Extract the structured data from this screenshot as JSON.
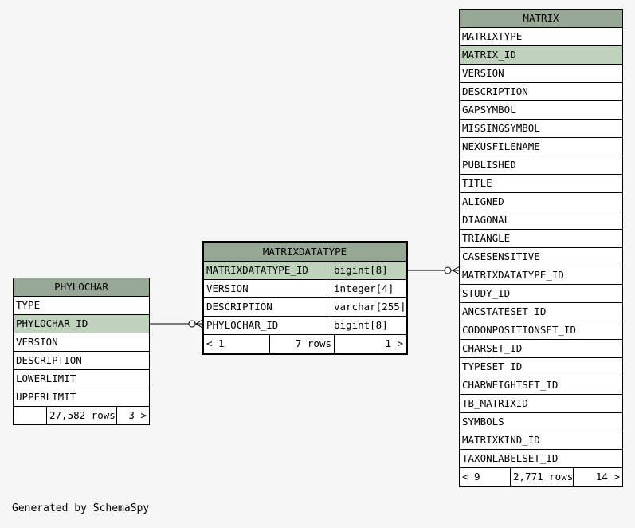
{
  "phylochar": {
    "title": "PHYLOCHAR",
    "rows": [
      "TYPE",
      "PHYLOCHAR_ID",
      "VERSION",
      "DESCRIPTION",
      "LOWERLIMIT",
      "UPPERLIMIT"
    ],
    "footer": {
      "left": "",
      "middle": "27,582 rows",
      "right": "3 >"
    }
  },
  "matrixdatatype": {
    "title": "MATRIXDATATYPE",
    "rows": [
      {
        "name": "MATRIXDATATYPE_ID",
        "type": "bigint[8]"
      },
      {
        "name": "VERSION",
        "type": "integer[4]"
      },
      {
        "name": "DESCRIPTION",
        "type": "varchar[255]"
      },
      {
        "name": "PHYLOCHAR_ID",
        "type": "bigint[8]"
      }
    ],
    "footer": {
      "left": "< 1",
      "middle": "7 rows",
      "right": "1 >"
    }
  },
  "matrix": {
    "title": "MATRIX",
    "rows": [
      "MATRIXTYPE",
      "MATRIX_ID",
      "VERSION",
      "DESCRIPTION",
      "GAPSYMBOL",
      "MISSINGSYMBOL",
      "NEXUSFILENAME",
      "PUBLISHED",
      "TITLE",
      "ALIGNED",
      "DIAGONAL",
      "TRIANGLE",
      "CASESENSITIVE",
      "MATRIXDATATYPE_ID",
      "STUDY_ID",
      "ANCSTATESET_ID",
      "CODONPOSITIONSET_ID",
      "CHARSET_ID",
      "TYPESET_ID",
      "CHARWEIGHTSET_ID",
      "TB_MATRIXID",
      "SYMBOLS",
      "MATRIXKIND_ID",
      "TAXONLABELSET_ID"
    ],
    "footer": {
      "left": "< 9",
      "middle": "2,771 rows",
      "right": "14 >"
    }
  },
  "generated_by": "Generated by SchemaSpy",
  "colors": {
    "header": "#98a896",
    "key_row": "#bfd3bc",
    "background": "#f6f6f6"
  }
}
